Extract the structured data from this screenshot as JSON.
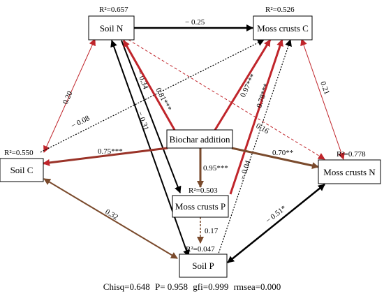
{
  "colors": {
    "black": "#000000",
    "red": "#c0252b",
    "brown": "#7a4a2c"
  },
  "nodes": {
    "soil_n": {
      "label": "Soil N",
      "r2": "R²=0.657"
    },
    "moss_c": {
      "label": "Moss crusts C",
      "r2": "R²=0.526"
    },
    "biochar": {
      "label": "Biochar addition"
    },
    "soil_c": {
      "label": "Soil C",
      "r2": "R²=0.550"
    },
    "moss_n": {
      "label": "Moss crusts N",
      "r2": "R²=0.778"
    },
    "moss_p": {
      "label": "Moss crusts P",
      "r2": "R²=0.503"
    },
    "soil_p": {
      "label": "Soil P",
      "r2": "R²=0.047"
    }
  },
  "edges": {
    "soiln_mossc": "− 0.25",
    "soiln_soilc": "0.20",
    "soilc_mossc": "− 0.08",
    "soiln_mossp": "− 0.34",
    "soiln_soilp": "− 0.31",
    "biochar_soiln": "0.81***",
    "biochar_mossc": "0.97***",
    "mossp_mossc": "0.78***",
    "soiln_mossn": "0.16",
    "mossc_mossn": "0.21",
    "biochar_soilc": "0.75***",
    "biochar_mossn": "0.70**",
    "biochar_mossp": "0.95***",
    "soilp_mossc": "− 0.04",
    "soilc_soilp": "0.32",
    "mossp_soilp": "0.17",
    "soilp_mossn": "− 0.51*"
  },
  "fit": {
    "chisq": "Chisq=0.648",
    "p": "P= 0.958",
    "gfi": "gfi=0.999",
    "rmsea": "rmsea=0.000"
  }
}
